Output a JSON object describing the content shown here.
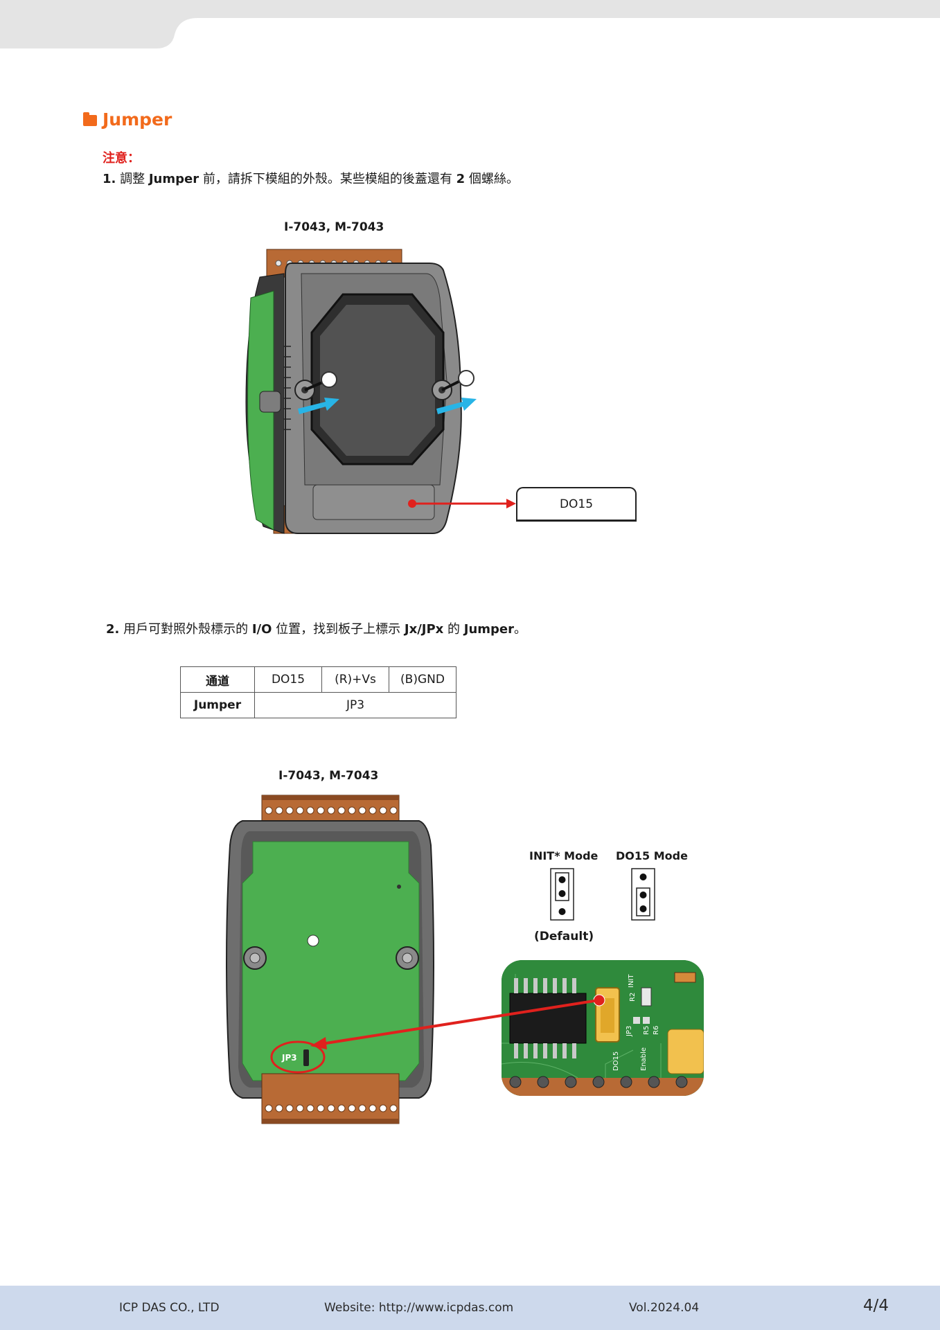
{
  "section": {
    "title": "Jumper"
  },
  "notes": {
    "label": "注意：",
    "step1": {
      "num": "1.",
      "t1": "調整",
      "b1": "Jumper",
      "t2": "前，請拆下模組的外殼。某些模組的後蓋還有",
      "b2": "2",
      "t3": "個螺絲。"
    },
    "step2": {
      "num": "2.",
      "t1": "用戶可對照外殼標示的",
      "b1": "I/O",
      "t2": "位置，找到板子上標示",
      "b2": "Jx/JPx",
      "t3": "的",
      "b3": "Jumper",
      "t4": "。"
    }
  },
  "figure1": {
    "title": "I-7043, M-7043",
    "callout": "DO15"
  },
  "table": {
    "header": [
      "通道",
      "DO15",
      "(R)+Vs",
      "(B)GND"
    ],
    "row": {
      "label": "Jumper",
      "value": "JP3"
    }
  },
  "figure2": {
    "title": "I-7043, M-7043",
    "board_label": "JP3",
    "mode_init": "INIT* Mode",
    "mode_do15": "DO15 Mode",
    "default_label": "(Default)",
    "photo_labels": {
      "init": "INIT",
      "jp": "JP3",
      "r2": "R2",
      "r5": "R5",
      "r6": "R6",
      "do15": "DO15",
      "enable": "Enable"
    }
  },
  "footer": {
    "company": "ICP DAS CO., LTD",
    "website": "Website: http://www.icpdas.com",
    "version": "Vol.2024.04",
    "page": "4/4"
  }
}
